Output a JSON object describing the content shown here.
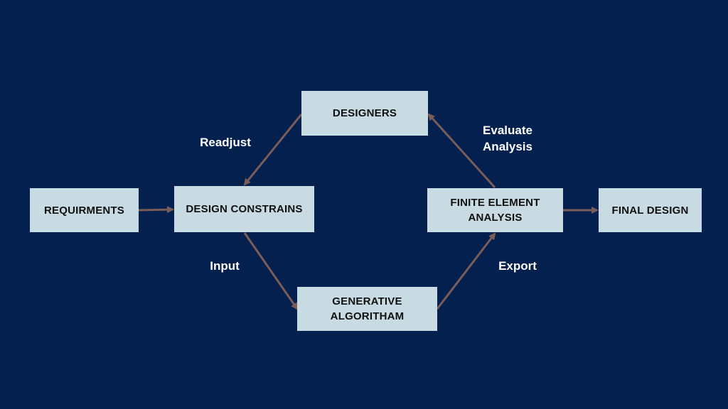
{
  "nodes": {
    "requirements": "REQUIRMENTS",
    "design_constrains": "DESIGN CONSTRAINS",
    "designers": "DESIGNERS",
    "generative_algorithm": "GENERATIVE\nALGORITHAM",
    "finite_element_analysis": "FINITE ELEMENT\nANALYSIS",
    "final_design": "FINAL DESIGN"
  },
  "edge_labels": {
    "readjust": "Readjust",
    "input": "Input",
    "evaluate_analysis": "Evaluate\nAnalysis",
    "export": "Export"
  },
  "colors": {
    "background": "#03204f",
    "node_fill": "#c8dbe3",
    "arrow": "#7a5c58",
    "label_text": "#ffffff"
  }
}
